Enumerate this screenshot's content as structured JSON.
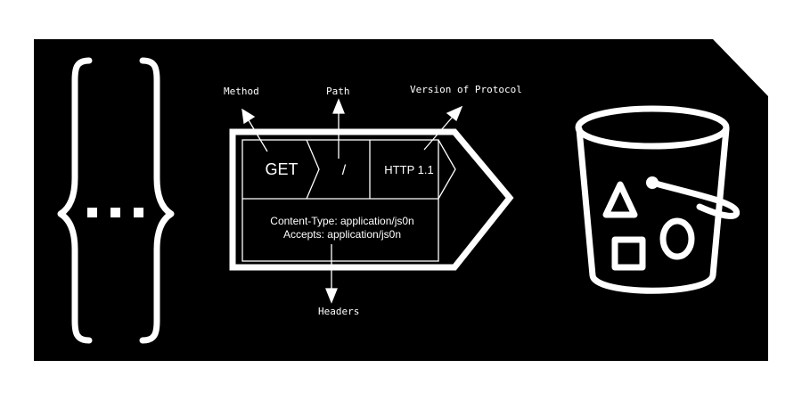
{
  "colors": {
    "background": "#000000",
    "foreground": "#ffffff",
    "page": "#ffffff"
  },
  "labels": {
    "method": "Method",
    "path": "Path",
    "version": "Version of Protocol",
    "headers": "Headers"
  },
  "request": {
    "method": "GET",
    "path": "/",
    "protocol": "HTTP 1.1",
    "header_lines": [
      "Content-Type: application/js0n",
      "Accepts: application/js0n"
    ]
  },
  "icons": {
    "left": "json-braces-icon",
    "right": "storage-bucket-icon"
  }
}
